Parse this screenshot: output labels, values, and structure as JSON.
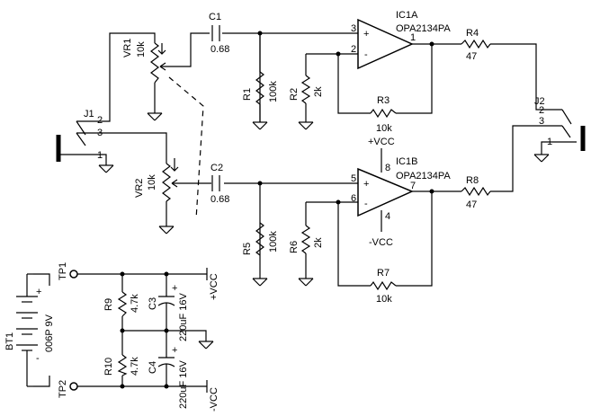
{
  "components": {
    "c1": {
      "ref": "C1",
      "value": "0.68"
    },
    "c2": {
      "ref": "C2",
      "value": "0.68"
    },
    "vr1": {
      "ref": "VR1",
      "value": "10k"
    },
    "vr2": {
      "ref": "VR2",
      "value": "10k"
    },
    "r1": {
      "ref": "R1",
      "value": "100k"
    },
    "r2": {
      "ref": "R2",
      "value": "2k"
    },
    "r3": {
      "ref": "R3",
      "value": "10k"
    },
    "r4": {
      "ref": "R4",
      "value": "47"
    },
    "r5": {
      "ref": "R5",
      "value": "100k"
    },
    "r6": {
      "ref": "R6",
      "value": "2k"
    },
    "r7": {
      "ref": "R7",
      "value": "10k"
    },
    "r8": {
      "ref": "R8",
      "value": "47"
    },
    "r9": {
      "ref": "R9",
      "value": "4.7k"
    },
    "r10": {
      "ref": "R10",
      "value": "4.7k"
    },
    "c3": {
      "ref": "C3",
      "value": "220uF 16V"
    },
    "c4": {
      "ref": "C4",
      "value": "220uF 16V"
    },
    "ic1a": {
      "ref": "IC1A",
      "part": "OPA2134PA"
    },
    "ic1b": {
      "ref": "IC1B",
      "part": "OPA2134PA"
    },
    "bt1": {
      "ref": "BT1",
      "part": "006P 9V"
    },
    "j1": {
      "ref": "J1"
    },
    "j2": {
      "ref": "J2"
    },
    "tp1": {
      "ref": "TP1"
    },
    "tp2": {
      "ref": "TP2"
    }
  },
  "pins": {
    "ic1a_in_plus": "3",
    "ic1a_in_minus": "2",
    "ic1a_out": "1",
    "ic1b_in_plus": "5",
    "ic1b_in_minus": "6",
    "ic1b_out": "7",
    "ic1b_vplus": "8",
    "ic1b_vminus": "4",
    "j1_tip": "2",
    "j1_ring": "3",
    "j1_sleeve": "1",
    "j2_tip": "2",
    "j2_ring": "3",
    "j2_sleeve": "1"
  },
  "polarity": {
    "plus": "+",
    "minus": "-"
  },
  "rails": {
    "vcc_pos": "+VCC",
    "vcc_neg": "-VCC"
  }
}
